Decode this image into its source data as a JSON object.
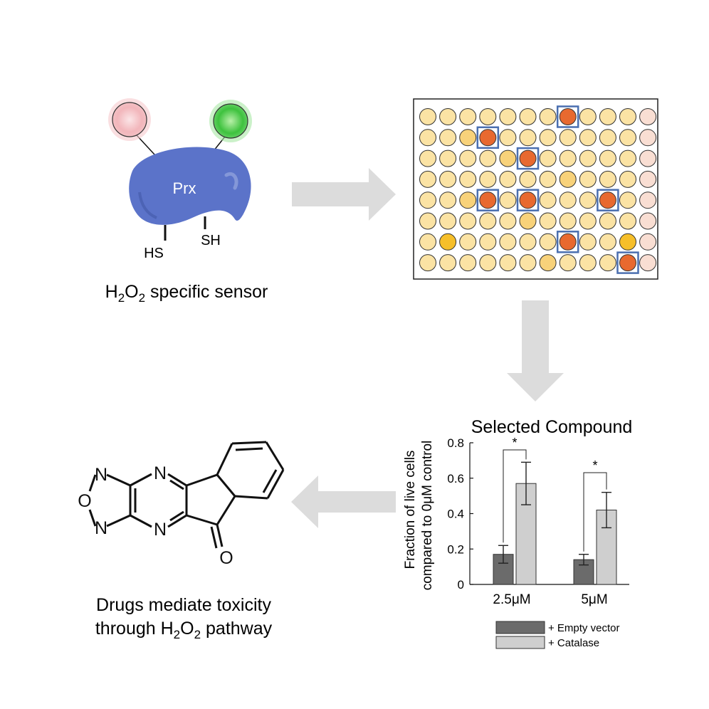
{
  "sensor": {
    "protein_label": "Prx",
    "thiol_left": "HS",
    "thiol_right": "SH",
    "caption_h2o2": {
      "h": "H",
      "sub1": "2",
      "o": "O",
      "sub2": "2"
    },
    "caption_rest": " specific sensor",
    "colors": {
      "protein": "#5b73c9",
      "bead_red": "#f2a0a8",
      "bead_green": "#3ec23e"
    }
  },
  "plate": {
    "rows": 8,
    "cols": 12,
    "highlighted_wells": [
      [
        0,
        7
      ],
      [
        1,
        3
      ],
      [
        2,
        5
      ],
      [
        4,
        3
      ],
      [
        4,
        5
      ],
      [
        4,
        9
      ],
      [
        6,
        7
      ],
      [
        7,
        10
      ]
    ],
    "colors": {
      "well_light": "#fbe3a4",
      "well_mid": "#f8d27a",
      "well_hit": "#e8692f",
      "well_last_col": "#f9ded3",
      "highlight_box": "#4a6fb0"
    }
  },
  "molecule": {
    "atoms": {
      "n1": "N",
      "o": "O",
      "n2": "N",
      "n3": "N",
      "n4": "N",
      "carbonyl_o": "O"
    }
  },
  "conclusion": {
    "line1": "Drugs mediate toxicity",
    "line2_prefix": "through ",
    "h2o2": {
      "h": "H",
      "sub1": "2",
      "o": "O",
      "sub2": "2"
    },
    "line2_suffix": " pathway"
  },
  "chart_data": {
    "type": "bar",
    "title": "Selected Compound",
    "ylabel_line1": "Fraction of live cells",
    "ylabel_line2": "compared to 0μM control",
    "categories": [
      "2.5μM",
      "5μM"
    ],
    "ylim": [
      0,
      0.8
    ],
    "yticks": [
      "0",
      "0.2",
      "0.4",
      "0.6",
      "0.8"
    ],
    "series": [
      {
        "name": "+ Empty vector",
        "values": [
          0.17,
          0.14
        ],
        "errors": [
          0.05,
          0.03
        ],
        "color": "#6b6b6b"
      },
      {
        "name": "+ Catalase",
        "values": [
          0.57,
          0.42
        ],
        "errors": [
          0.12,
          0.1
        ],
        "color": "#cfcfcf"
      }
    ],
    "significance": [
      "*",
      "*"
    ],
    "legend_position": "bottom"
  },
  "colors": {
    "arrow": "#dcdcdc"
  }
}
